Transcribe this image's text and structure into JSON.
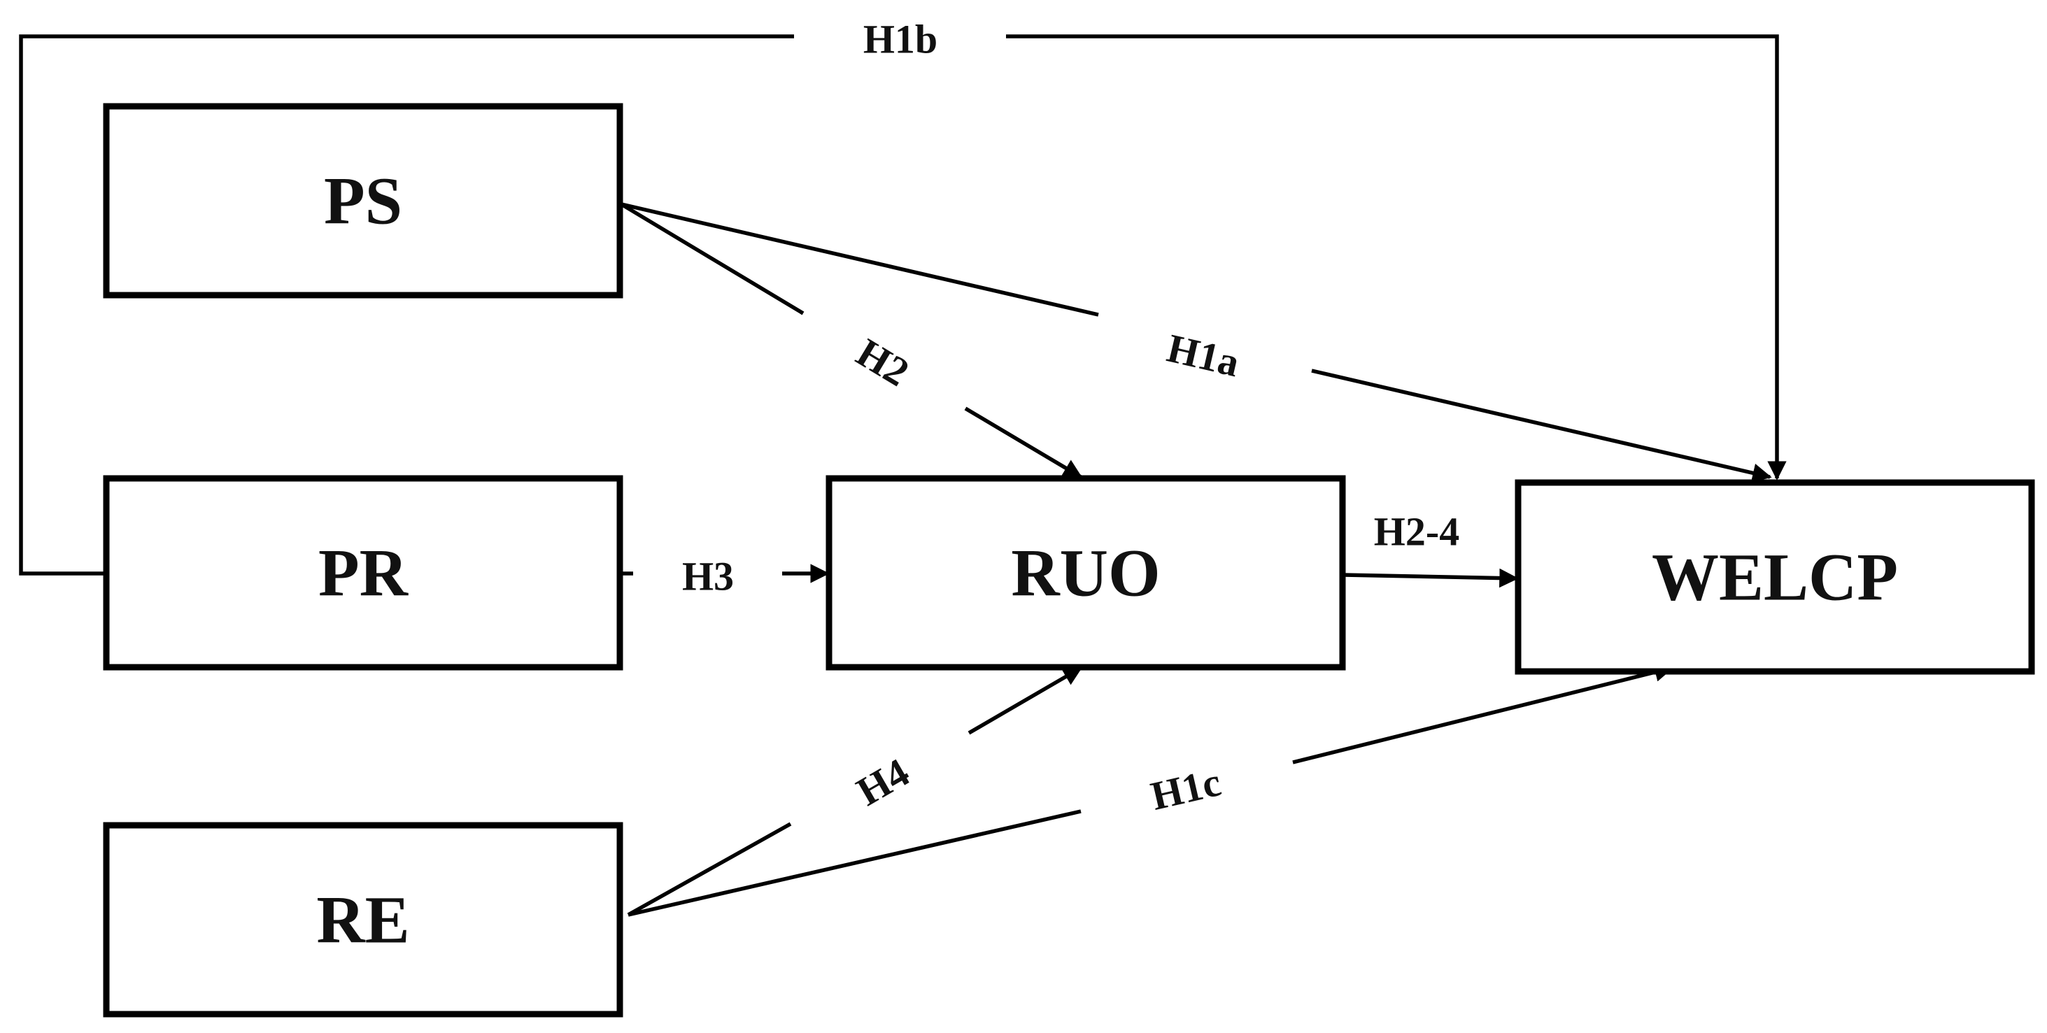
{
  "nodes": {
    "ps": "PS",
    "pr": "PR",
    "re": "RE",
    "ruo": "RUO",
    "welcp": "WELCP"
  },
  "edges": {
    "h1b": "H1b",
    "h1a": "H1a",
    "h2": "H2",
    "h3": "H3",
    "h2_4": "H2-4",
    "h4": "H4",
    "h1c": "H1c"
  },
  "colors": {
    "line": "#000000",
    "text": "#111111",
    "background": "#ffffff"
  }
}
